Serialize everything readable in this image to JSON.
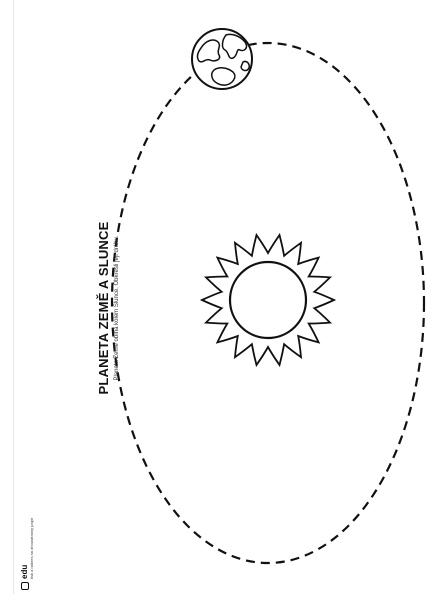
{
  "worksheet": {
    "title": "PLANETA ZEMĚ A SLUNCE",
    "instruction": "Planeta Země obíhá kolem Slunce. Obkresli její dráhu."
  },
  "footer": {
    "logo_text": "edu",
    "note": "tisk a nákres na oboustranný papír"
  },
  "illustration": {
    "sun": "sun-icon",
    "earth": "earth-globe-icon",
    "orbit": "dashed-orbit-line",
    "stroke_color": "#111111"
  }
}
